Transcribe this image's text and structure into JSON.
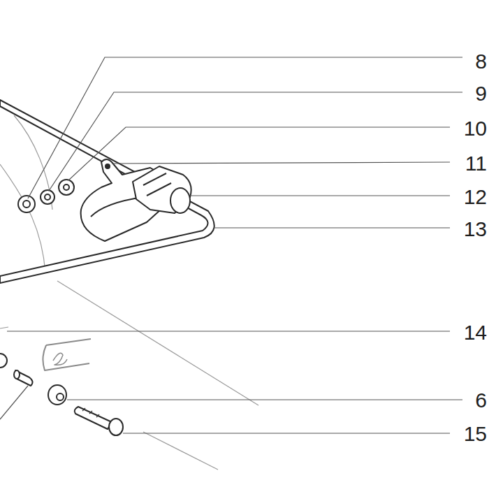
{
  "diagram": {
    "labels": [
      "8",
      "9",
      "10",
      "11",
      "12",
      "13",
      "14",
      "6",
      "15"
    ]
  }
}
